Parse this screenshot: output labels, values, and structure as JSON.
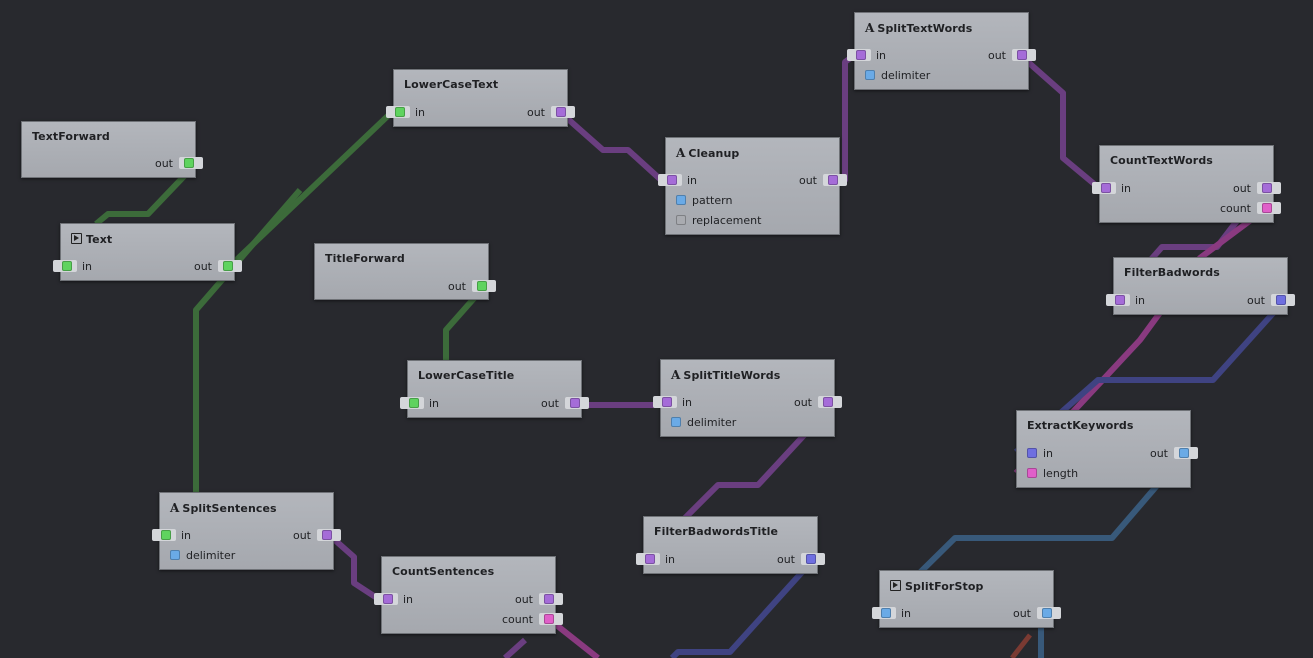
{
  "colors": {
    "background": "#28292e",
    "node_fill": "#acafb5",
    "wire_green": "#3c6b3a",
    "wire_purple": "#6a3e80",
    "wire_indigo": "#3f4382",
    "wire_blue": "#38597a",
    "wire_magenta": "#8a3a80",
    "port_green": "#5fd35f",
    "port_purple": "#a56cd8",
    "port_blue": "#6aaae6",
    "port_indigo": "#6f6fe0",
    "port_pink": "#e05fc9"
  },
  "nodes": {
    "text_forward": {
      "title": "TextForward",
      "out": "out"
    },
    "text": {
      "title": "Text",
      "icon": "play-icon",
      "in": "in",
      "out": "out"
    },
    "lower_case_text": {
      "title": "LowerCaseText",
      "in": "in",
      "out": "out"
    },
    "split_text_words": {
      "title": "SplitTextWords",
      "icon": "font-icon",
      "in": "in",
      "out": "out",
      "delimiter": "delimiter"
    },
    "cleanup": {
      "title": "Cleanup",
      "icon": "font-icon",
      "in": "in",
      "out": "out",
      "pattern": "pattern",
      "replacement": "replacement"
    },
    "count_text_words": {
      "title": "CountTextWords",
      "in": "in",
      "out": "out",
      "count": "count"
    },
    "filter_badwords": {
      "title": "FilterBadwords",
      "in": "in",
      "out": "out"
    },
    "title_forward": {
      "title": "TitleForward",
      "out": "out"
    },
    "lower_case_title": {
      "title": "LowerCaseTitle",
      "in": "in",
      "out": "out"
    },
    "split_title_words": {
      "title": "SplitTitleWords",
      "icon": "font-icon",
      "in": "in",
      "out": "out",
      "delimiter": "delimiter"
    },
    "extract_keywords": {
      "title": "ExtractKeywords",
      "in": "in",
      "out": "out",
      "length": "length"
    },
    "split_sentences": {
      "title": "SplitSentences",
      "icon": "font-icon",
      "in": "in",
      "out": "out",
      "delimiter": "delimiter"
    },
    "count_sentences": {
      "title": "CountSentences",
      "in": "in",
      "out": "out",
      "count": "count"
    },
    "filter_badwords_title": {
      "title": "FilterBadwordsTitle",
      "in": "in",
      "out": "out"
    },
    "split_for_stop": {
      "title": "SplitForStop",
      "icon": "play-icon",
      "in": "in",
      "out": "out"
    }
  }
}
